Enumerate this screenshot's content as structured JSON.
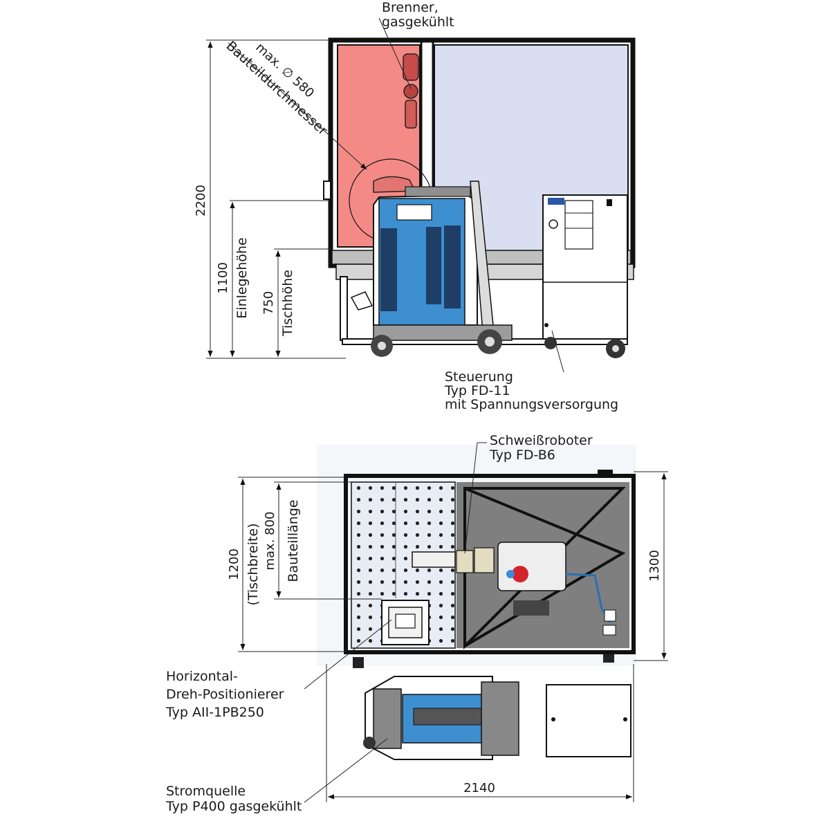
{
  "colors": {
    "cell_red": "#f48a86",
    "cell_lavender": "#d9def0",
    "power_source_blue": "#3d8fd0",
    "floor_gray": "#7f7f7f",
    "table_light": "#e8edf5",
    "frame_dark": "#111111"
  },
  "side_view": {
    "torch_label_line1": "Brenner,",
    "torch_label_line2": "gasgekühlt",
    "diameter_label_line1": "max. ∅ 580",
    "diameter_label_line2": "Bauteildurchmesser",
    "height_total": "2200",
    "loading_height_value": "1100",
    "loading_height_label": "Einlegehöhe",
    "table_height_value": "750",
    "table_height_label": "Tischhöhe",
    "controller_line1": "Steuerung",
    "controller_line2": "Typ FD-11",
    "controller_line3": "mit Spannungsversorgung"
  },
  "top_view": {
    "robot_line1": "Schweißroboter",
    "robot_line2": "Typ FD-B6",
    "table_width_value": "1200",
    "table_width_label": "(Tischbreite)",
    "part_length_value": "max. 800",
    "part_length_label": "Bauteillänge",
    "depth_value": "1300",
    "width_total": "2140",
    "positioner_line1": "Horizontal-",
    "positioner_line2": "Dreh-Positionierer",
    "positioner_line3": "Typ AII-1PB250",
    "power_line1": "Stromquelle",
    "power_line2": "Typ P400 gasgekühlt"
  }
}
